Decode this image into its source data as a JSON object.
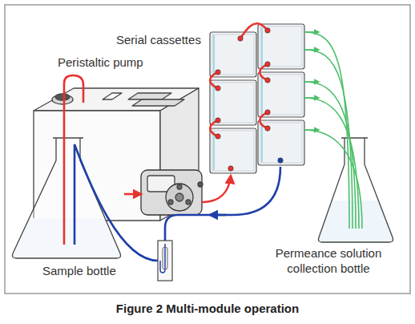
{
  "diagram": {
    "caption": "Figure 2 Multi-module operation",
    "labels": [
      "Serial cassettes",
      "Peristaltic pump",
      "Sample bottle",
      "Permeance solution collection bottle"
    ]
  }
}
